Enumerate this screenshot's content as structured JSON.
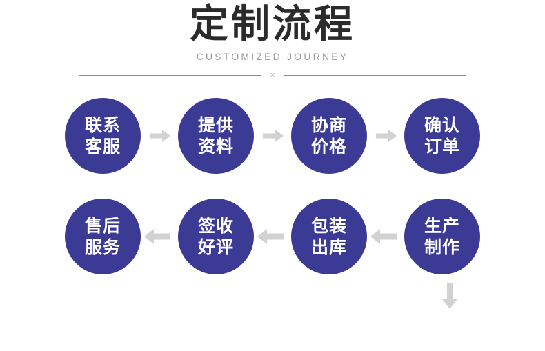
{
  "header": {
    "title": "定制流程",
    "subtitle": "CUSTOMIZED JOURNEY",
    "divider_mark": "×"
  },
  "colors": {
    "node_fill": "#3b3b96",
    "node_text": "#ffffff",
    "title_text": "#2b2b2b",
    "subtitle_text": "#9b9b9b",
    "arrow": "#d2d2d2",
    "divider_line": "#8d8d8d",
    "background": "#ffffff"
  },
  "flow": {
    "row_one": {
      "direction": "left-to-right",
      "arrow_icon": "arrow-right-icon",
      "steps": [
        {
          "index": 1,
          "line1": "联系",
          "line2": "客服"
        },
        {
          "index": 2,
          "line1": "提供",
          "line2": "资料"
        },
        {
          "index": 3,
          "line1": "协商",
          "line2": "价格"
        },
        {
          "index": 4,
          "line1": "确认",
          "line2": "订单"
        }
      ]
    },
    "connector": {
      "direction": "down",
      "arrow_icon": "arrow-down-icon"
    },
    "row_two": {
      "direction": "right-to-left",
      "arrow_icon": "arrow-left-icon",
      "steps": [
        {
          "index": 8,
          "line1": "售后",
          "line2": "服务"
        },
        {
          "index": 7,
          "line1": "签收",
          "line2": "好评"
        },
        {
          "index": 6,
          "line1": "包装",
          "line2": "出库"
        },
        {
          "index": 5,
          "line1": "生产",
          "line2": "制作"
        }
      ]
    }
  }
}
